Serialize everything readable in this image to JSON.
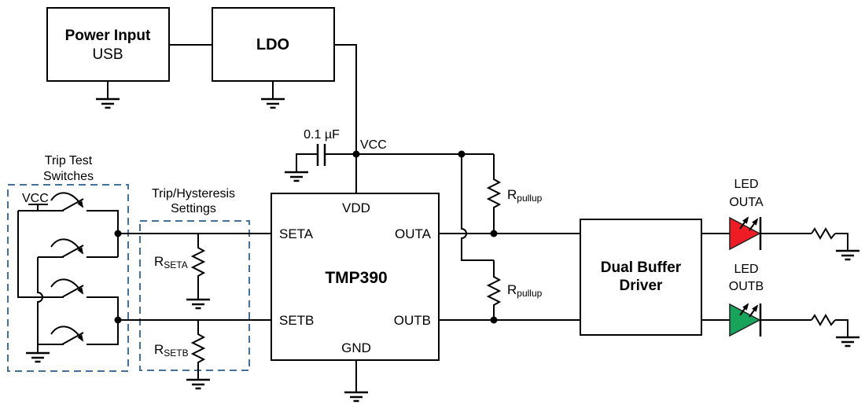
{
  "blocks": {
    "power_input": {
      "line1": "Power Input",
      "line2": "USB"
    },
    "ldo": {
      "label": "LDO"
    },
    "tmp390": {
      "name": "TMP390",
      "pins": {
        "vdd": "VDD",
        "seta": "SETA",
        "setb": "SETB",
        "outa": "OUTA",
        "outb": "OUTB",
        "gnd": "GND"
      }
    },
    "buffer_driver": {
      "line1": "Dual Buffer",
      "line2": "Driver"
    }
  },
  "labels": {
    "capacitor": "0.1 µF",
    "vcc_rail": "VCC",
    "trip_test": {
      "line1": "Trip Test",
      "line2": "Switches",
      "vcc": "VCC"
    },
    "trip_hysteresis": {
      "line1": "Trip/Hysteresis",
      "line2": "Settings"
    },
    "r_seta": {
      "base": "R",
      "sub": "SETA"
    },
    "r_setb": {
      "base": "R",
      "sub": "SETB"
    },
    "r_pullup_a": {
      "base": "R",
      "sub": "pullup"
    },
    "r_pullup_b": {
      "base": "R",
      "sub": "pullup"
    },
    "led_outa": {
      "line1": "LED",
      "line2": "OUTA"
    },
    "led_outb": {
      "line1": "LED",
      "line2": "OUTB"
    }
  },
  "colors": {
    "annotation_blue": "#41719C",
    "led_red": "#EE1C25",
    "led_green": "#17A45A",
    "wire_black": "#000000"
  }
}
